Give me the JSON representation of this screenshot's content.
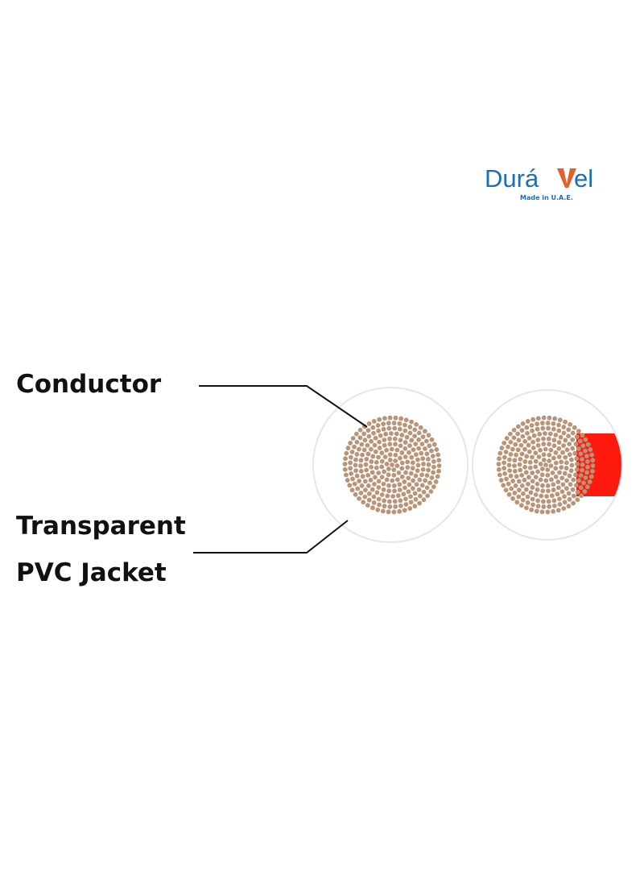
{
  "logo": {
    "brand_prefix": "Durá",
    "brand_suffix": "el",
    "tagline": "Made in U.A.E.",
    "brand_color": "#1a6fb5",
    "accent_color": "#e0622a"
  },
  "labels": {
    "conductor": "Conductor",
    "jacket_line1": "Transparent",
    "jacket_line2": "PVC Jacket"
  },
  "colors": {
    "strand": "#b89478",
    "jacket_outline": "#e6e6e6",
    "marker_stripe": "#ff1a10",
    "leader_line": "#111111"
  }
}
